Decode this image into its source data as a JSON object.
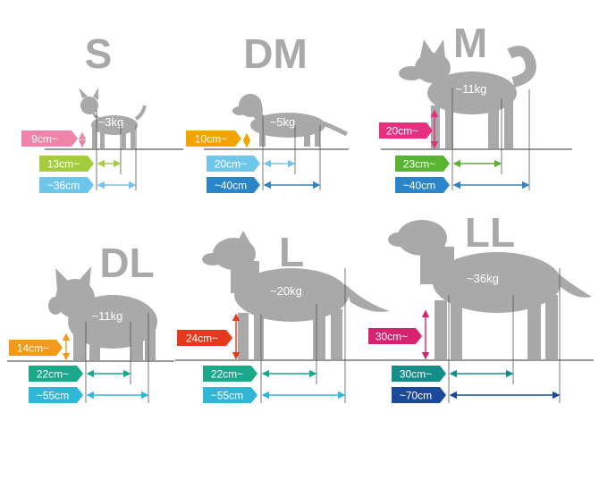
{
  "sizes": [
    {
      "size": "S",
      "weight": "~3kg",
      "height": "9cm~",
      "back_length": "13cm~",
      "body_length": "~36cm",
      "height_color": "#ef84a8",
      "back_color": "#a3cd3c",
      "body_color": "#6ec6ea",
      "dog": "chihuahua-silhouette"
    },
    {
      "size": "DM",
      "weight": "~5kg",
      "height": "10cm~",
      "back_length": "20cm~",
      "body_length": "~40cm",
      "height_color": "#f2a400",
      "back_color": "#6ec6ea",
      "body_color": "#2a86c8",
      "dog": "dachshund-silhouette"
    },
    {
      "size": "M",
      "weight": "~11kg",
      "height": "20cm~",
      "back_length": "23cm~",
      "body_length": "~40cm",
      "height_color": "#e4307f",
      "back_color": "#58b431",
      "body_color": "#2a86c8",
      "dog": "shiba-silhouette"
    },
    {
      "size": "DL",
      "weight": "~11kg",
      "height": "14cm~",
      "back_length": "22cm~",
      "body_length": "~55cm",
      "height_color": "#f39a1e",
      "back_color": "#1aa88a",
      "body_color": "#2fb7d8",
      "dog": "french-bulldog-silhouette"
    },
    {
      "size": "L",
      "weight": "~20kg",
      "height": "24cm~",
      "back_length": "22cm~",
      "body_length": "~55cm",
      "height_color": "#e5391e",
      "back_color": "#1aa88a",
      "body_color": "#2fb7d8",
      "dog": "border-collie-silhouette"
    },
    {
      "size": "LL",
      "weight": "~36kg",
      "height": "30cm~",
      "back_length": "30cm~",
      "body_length": "~70cm",
      "height_color": "#d6226f",
      "back_color": "#158e8a",
      "body_color": "#1b4a9a",
      "dog": "labrador-silhouette"
    }
  ]
}
